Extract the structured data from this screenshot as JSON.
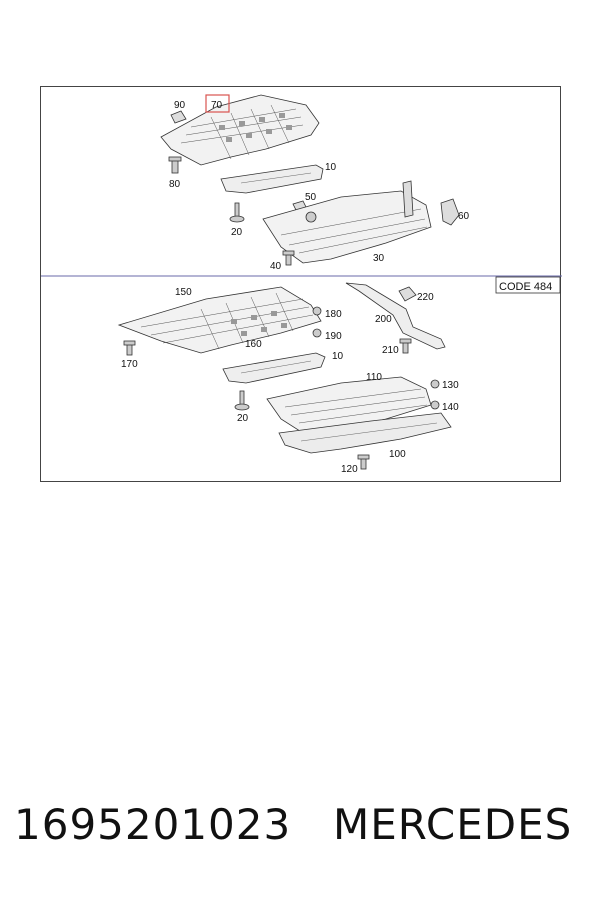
{
  "diagram": {
    "code_badge": "CODE 484",
    "highlight_color": "#d9534f",
    "divider_color": "#6a6aa8",
    "top_labels": {
      "l90": "90",
      "l70": "70",
      "l80": "80",
      "l10": "10",
      "l50": "50",
      "l20": "20",
      "l60": "60",
      "l40": "40",
      "l30": "30"
    },
    "bottom_labels": {
      "l150": "150",
      "l180": "180",
      "l190": "190",
      "l160": "160",
      "l10": "10",
      "l170": "170",
      "l220": "220",
      "l200": "200",
      "l210": "210",
      "l110": "110",
      "l130": "130",
      "l140": "140",
      "l20": "20",
      "l100": "100",
      "l120": "120"
    }
  },
  "footer": {
    "part_number": "1695201023",
    "brand": "MERCEDES"
  }
}
